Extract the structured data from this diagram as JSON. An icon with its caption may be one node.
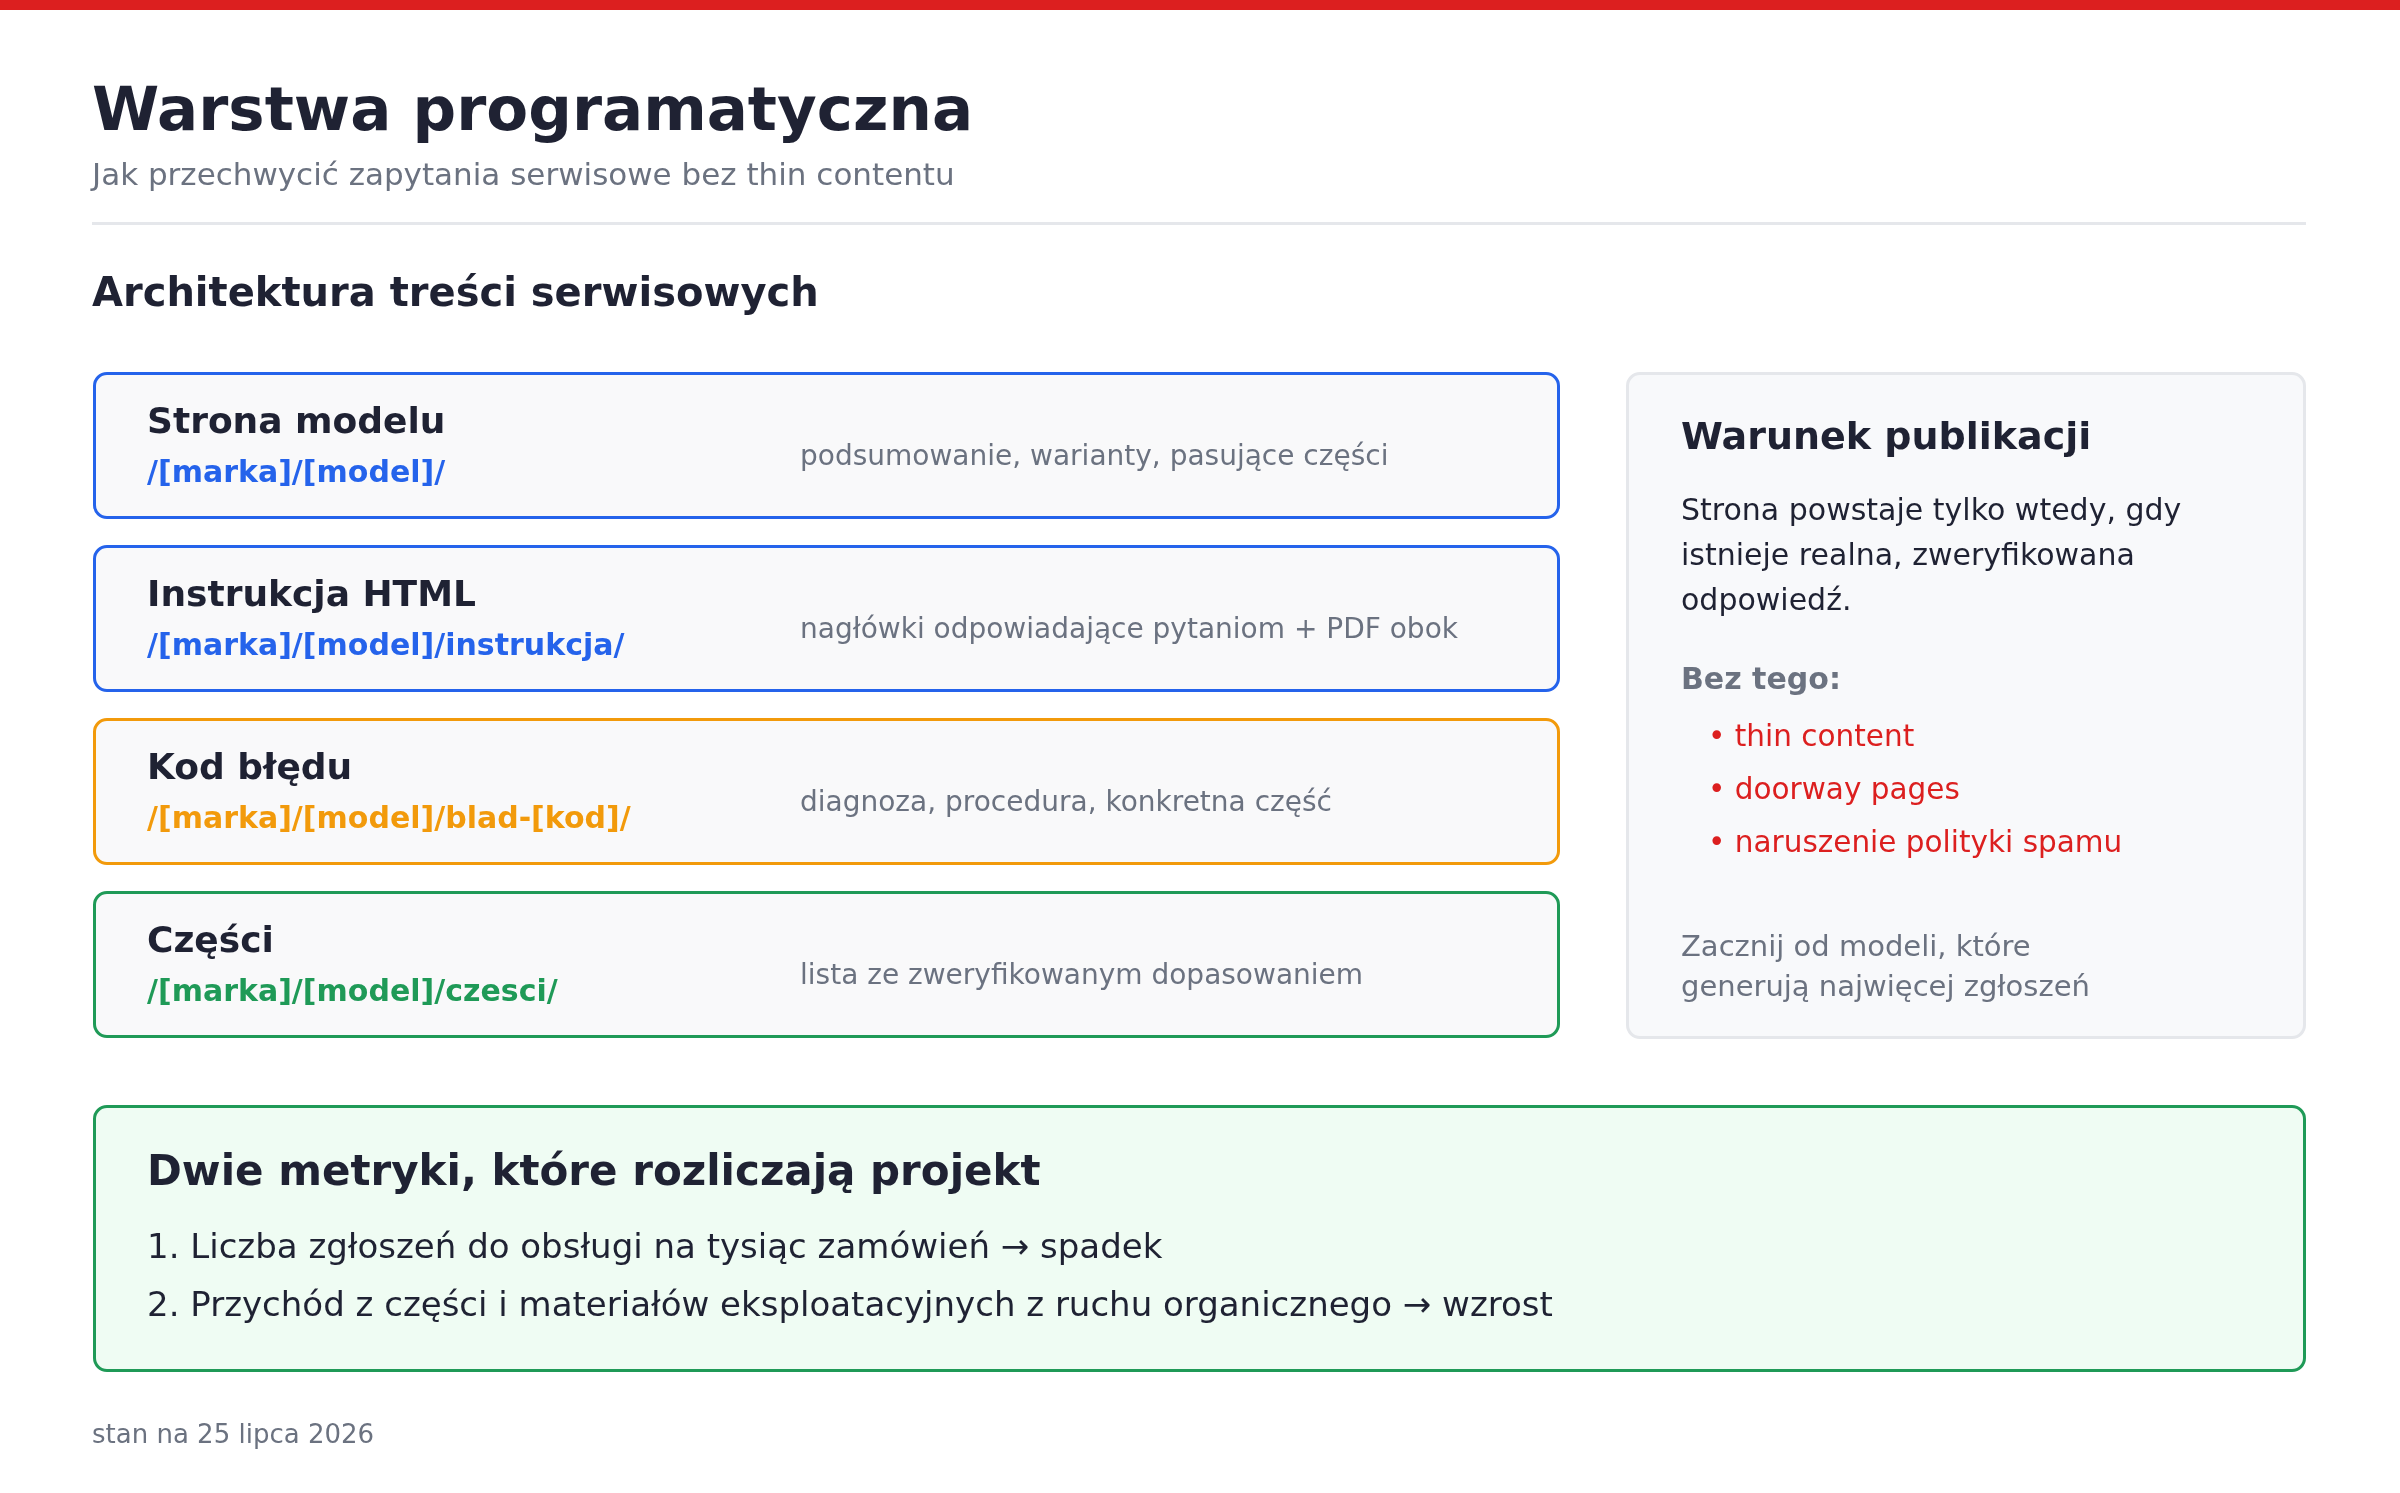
{
  "diagram": {
    "title": "Warstwa programatyczna",
    "nodes": [
      {
        "text": [
          "Strona modelu",
          "/[marka]/[model]/",
          "podsumowanie, warianty, pasujące części"
        ]
      },
      {
        "text": [
          "Instrukcja HTML",
          "/[marka]/[model]/instrukcja/",
          "nagłówki odpowiadające pytaniom + PDF obok"
        ]
      },
      {
        "text": [
          "Kod błędu",
          "/[marka]/[model]/blad-[kod]/",
          "diagnoza, procedura, konkretna część"
        ]
      },
      {
        "text": [
          "Części",
          "/[marka]/[model]/czesci/",
          "lista ze zweryfikowanym dopasowaniem"
        ]
      },
      {
        "text": [
          "Warunek publikacji",
          "Strona powstaje tylko wtedy, gdy istnieje realna, zweryfikowana odpowiedź.",
          "Bez tego:",
          "• thin content",
          "• doorway pages",
          "• naruszenie polityki spamu",
          "Zacznij od modeli, które generują najwięcej zgłoszeń"
        ]
      },
      {
        "text": [
          "Dwie metryki, które rozliczają projekt",
          "1. Liczba zgłoszeń do obsługi na tysiąc zamówień → spadek",
          "2. Przychód z części i materiałów eksploatacyjnych z ruchu organicznego → wzrost"
        ]
      }
    ],
    "labels": [
      "Jak przechwycić zapytania serwisowe bez thin contentu",
      "Architektura treści serwisowych",
      "stan na 25 lipca 2026"
    ]
  }
}
